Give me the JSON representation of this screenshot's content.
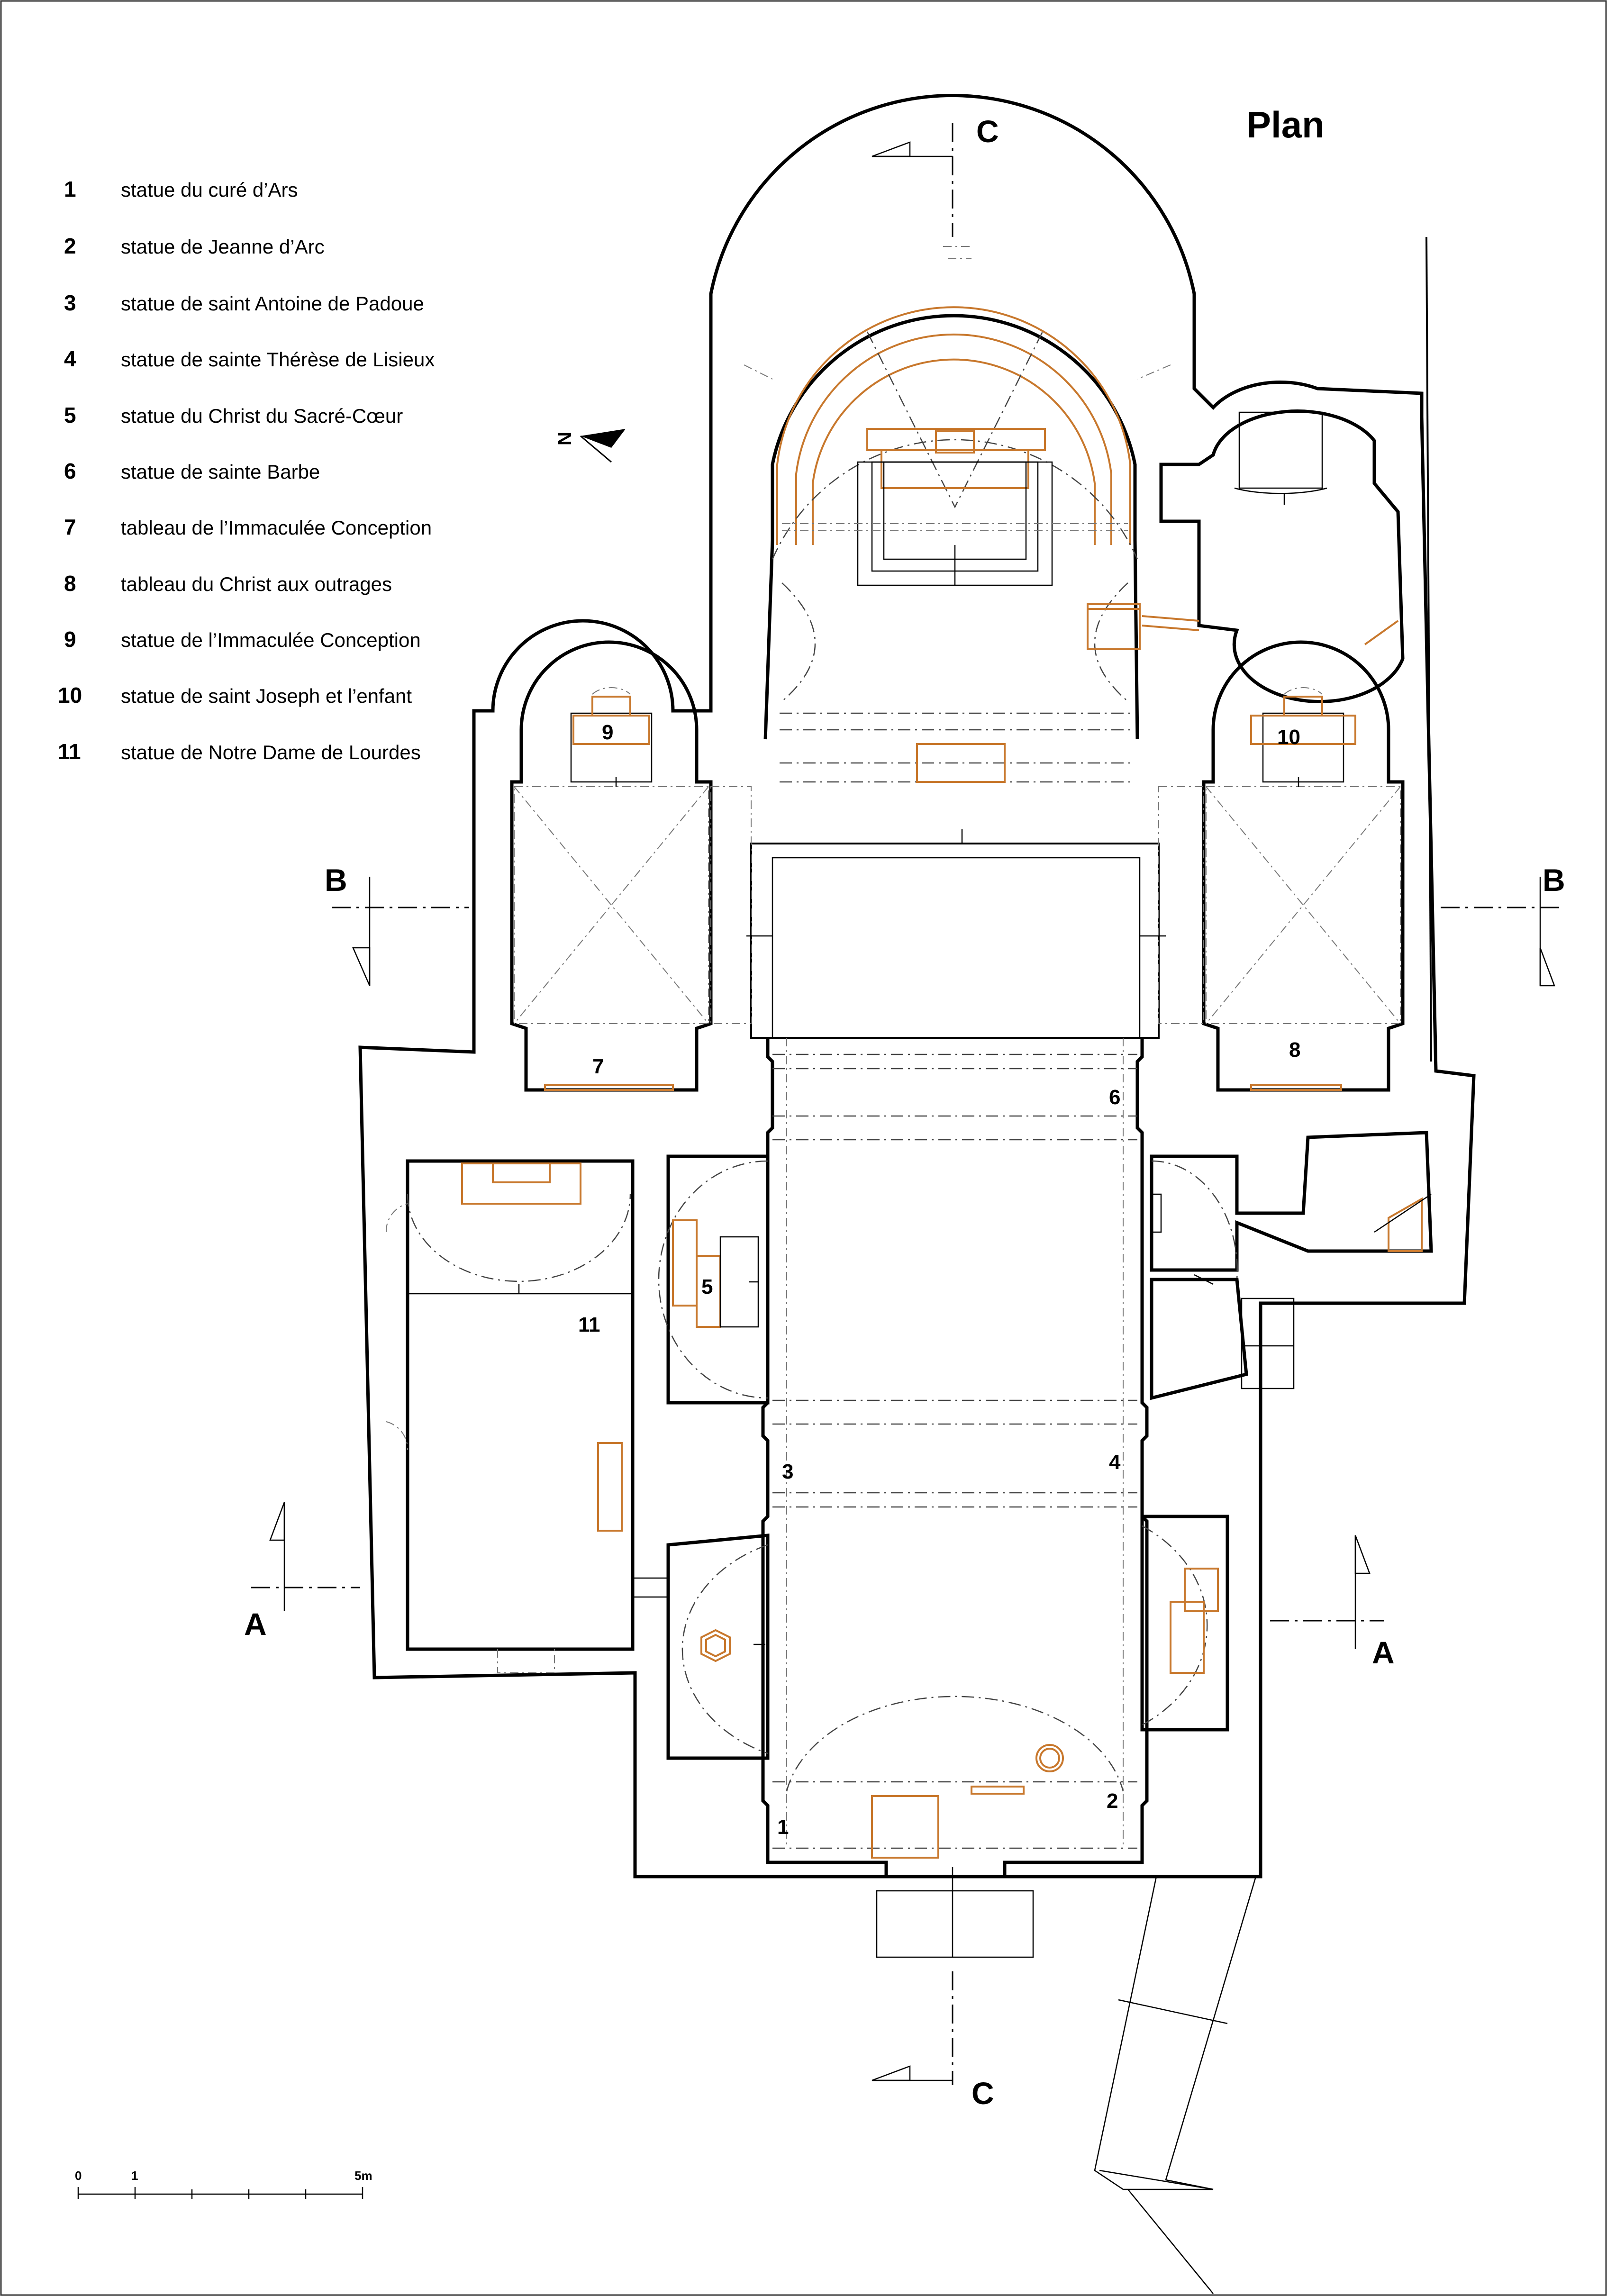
{
  "title": "Plan",
  "legend": [
    {
      "num": "1",
      "label": "statue du curé d’Ars"
    },
    {
      "num": "2",
      "label": "statue de Jeanne d’Arc"
    },
    {
      "num": "3",
      "label": "statue de saint Antoine de Padoue"
    },
    {
      "num": "4",
      "label": "statue de sainte Thérèse de Lisieux"
    },
    {
      "num": "5",
      "label": "statue du Christ du Sacré-Cœur"
    },
    {
      "num": "6",
      "label": "statue de sainte Barbe"
    },
    {
      "num": "7",
      "label": "tableau de l’Immaculée Conception"
    },
    {
      "num": "8",
      "label": "tableau du Christ aux outrages"
    },
    {
      "num": "9",
      "label": "statue de l’Immaculée Conception"
    },
    {
      "num": "10",
      "label": "statue de saint Joseph et l’enfant"
    },
    {
      "num": "11",
      "label": "statue de Notre Dame de Lourdes"
    }
  ],
  "sections": {
    "a": "A",
    "b": "B",
    "c": "C"
  },
  "north": "N",
  "markers": {
    "m1": "1",
    "m2": "2",
    "m3": "3",
    "m4": "4",
    "m5": "5",
    "m6": "6",
    "m7": "7",
    "m8": "8",
    "m9": "9",
    "m10": "10",
    "m11": "11"
  },
  "scale": {
    "zero": "0",
    "one": "1",
    "five": "5m"
  },
  "colors": {
    "walls": "#000000",
    "furniture": "#c8782d"
  }
}
